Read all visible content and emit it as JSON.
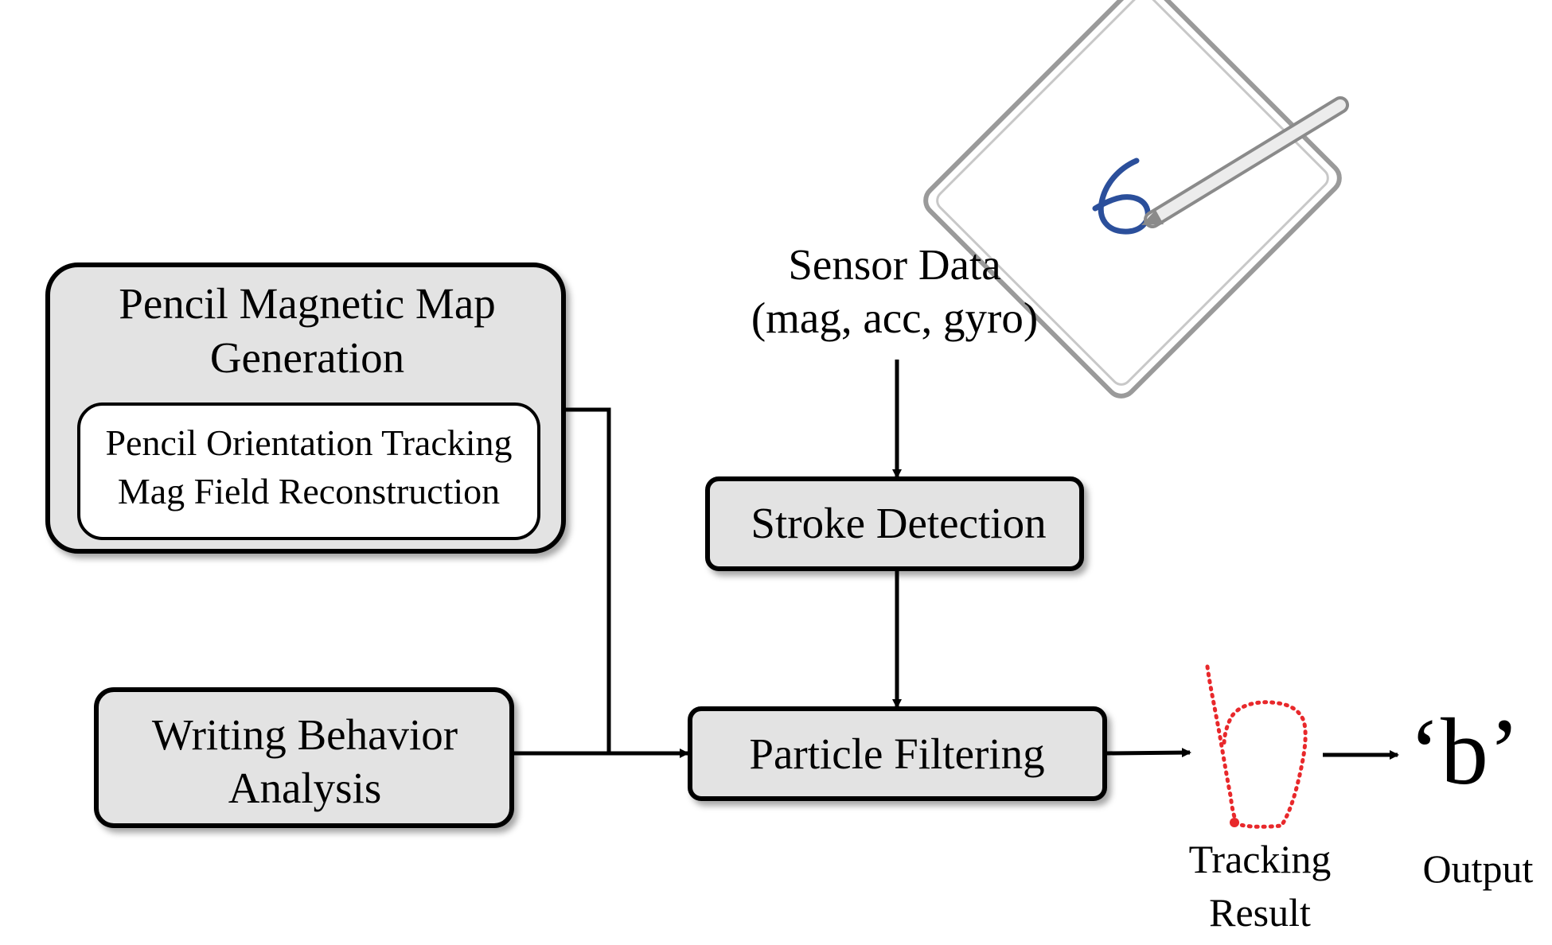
{
  "map_box": {
    "title_line1": "Pencil Magnetic Map",
    "title_line2": "Generation",
    "inner_line1": "Pencil Orientation Tracking",
    "inner_line2": "Mag Field Reconstruction"
  },
  "behavior_box": {
    "line1": "Writing Behavior",
    "line2": "Analysis"
  },
  "sensor": {
    "line1": "Sensor Data",
    "line2": "(mag, acc, gyro)"
  },
  "stroke_box": {
    "label": "Stroke Detection"
  },
  "particle_box": {
    "label": "Particle Filtering"
  },
  "tracking": {
    "line1": "Tracking",
    "line2": "Result"
  },
  "output": {
    "value": "‘b’",
    "label": "Output"
  },
  "colors": {
    "box_fill": "#e3e3e3",
    "border": "#000000",
    "ink_blue": "#2b4f9b",
    "track_red": "#e8282b",
    "tablet_gray": "#9a9a9a"
  },
  "icons": {
    "tablet": "tablet-icon",
    "pencil": "pencil-icon",
    "handwriting": "handwritten-six-icon"
  }
}
